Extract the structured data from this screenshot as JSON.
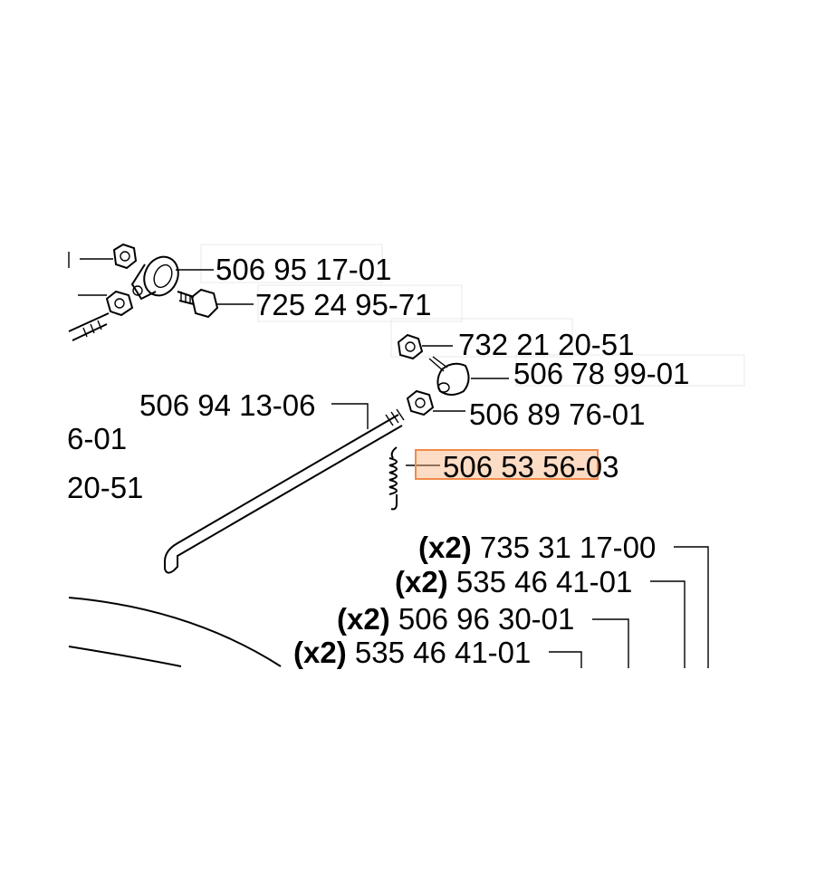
{
  "diagram": {
    "parts": [
      {
        "id": "p1",
        "number": "506 95 17-01"
      },
      {
        "id": "p2",
        "number": "725 24 95-71"
      },
      {
        "id": "p3",
        "number": "732 21 20-51"
      },
      {
        "id": "p4",
        "number": "506 78 99-01"
      },
      {
        "id": "p5",
        "number": "506 94 13-06"
      },
      {
        "id": "p6",
        "number": "506 89 76-01"
      },
      {
        "id": "p7",
        "number": "506 53 56-03",
        "highlighted": true
      },
      {
        "id": "p8",
        "qty": "(x2)",
        "number": "735 31 17-00"
      },
      {
        "id": "p9",
        "qty": "(x2)",
        "number": "535 46 41-01"
      },
      {
        "id": "p10",
        "qty": "(x2)",
        "number": "506 96 30-01"
      },
      {
        "id": "p11",
        "qty": "(x2)",
        "number": "535 46 41-01"
      }
    ],
    "cropped_labels": [
      "6-01",
      "20-51"
    ],
    "highlight_color": "#f08a4b"
  }
}
